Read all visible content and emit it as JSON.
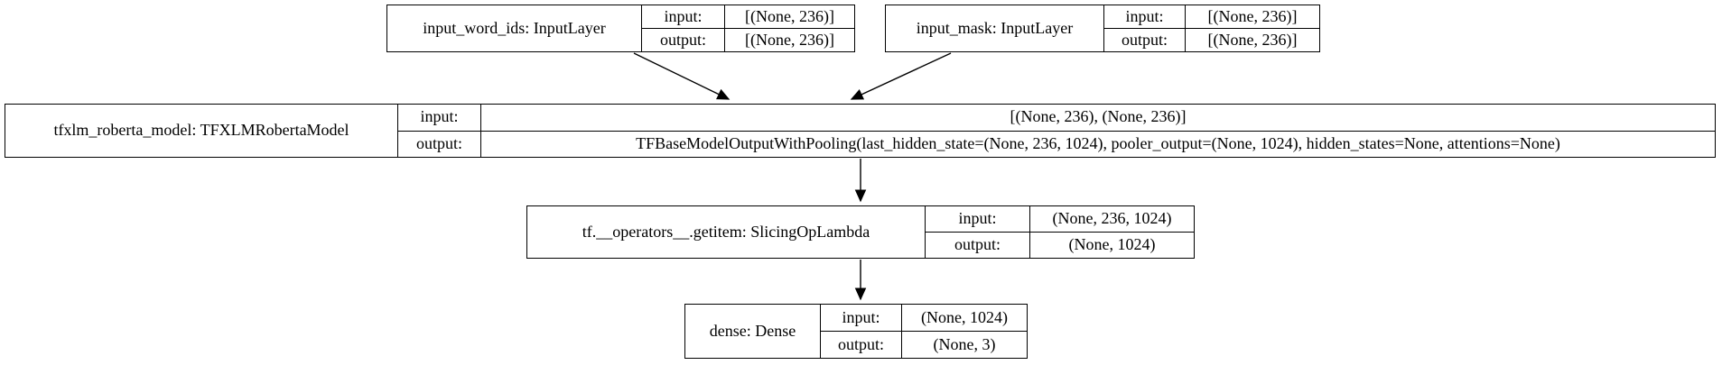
{
  "diagram": {
    "type": "keras-model-plot",
    "background_color": "#ffffff",
    "border_color": "#000000",
    "text_color": "#000000",
    "io_labels": {
      "input": "input:",
      "output": "output:"
    },
    "nodes": [
      {
        "id": "input_word_ids",
        "title": "input_word_ids: InputLayer",
        "input_label": "input:",
        "output_label": "output:",
        "input_value": "[(None, 236)]",
        "output_value": "[(None, 236)]"
      },
      {
        "id": "input_mask",
        "title": "input_mask: InputLayer",
        "input_label": "input:",
        "output_label": "output:",
        "input_value": "[(None, 236)]",
        "output_value": "[(None, 236)]"
      },
      {
        "id": "tfxlm_roberta_model",
        "title": "tfxlm_roberta_model: TFXLMRobertaModel",
        "input_label": "input:",
        "output_label": "output:",
        "input_value": "[(None, 236), (None, 236)]",
        "output_value": "TFBaseModelOutputWithPooling(last_hidden_state=(None, 236, 1024), pooler_output=(None, 1024), hidden_states=None, attentions=None)"
      },
      {
        "id": "tf.__operators__.getitem",
        "title": "tf.__operators__.getitem: SlicingOpLambda",
        "input_label": "input:",
        "output_label": "output:",
        "input_value": "(None, 236, 1024)",
        "output_value": "(None, 1024)"
      },
      {
        "id": "dense",
        "title": "dense: Dense",
        "input_label": "input:",
        "output_label": "output:",
        "input_value": "(None, 1024)",
        "output_value": "(None, 3)"
      }
    ],
    "edges": [
      {
        "from": "input_word_ids",
        "to": "tfxlm_roberta_model"
      },
      {
        "from": "input_mask",
        "to": "tfxlm_roberta_model"
      },
      {
        "from": "tfxlm_roberta_model",
        "to": "tf.__operators__.getitem"
      },
      {
        "from": "tf.__operators__.getitem",
        "to": "dense"
      }
    ]
  }
}
